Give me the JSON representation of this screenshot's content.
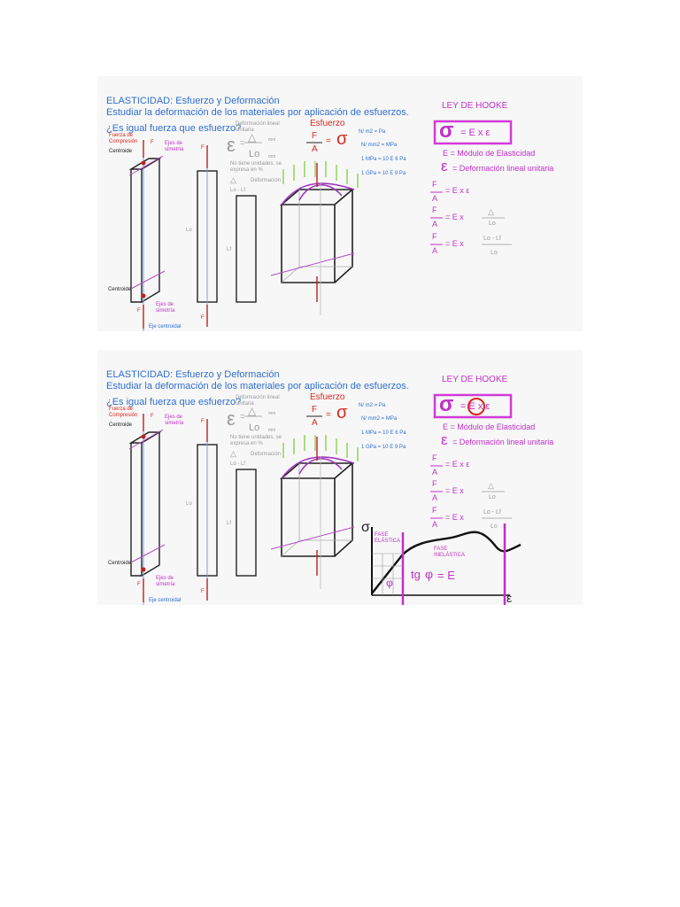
{
  "slides": [
    {
      "title": "ELASTICIDAD: Esfuerzo y Deformación",
      "subtitle": "Estudiar la deformación de los materiales por aplicación de esfuerzos.",
      "question": "¿Es igual fuerza que esfuerzo?",
      "fuerza_compresion": "Fuerza de Compresión",
      "centroide_top": "Centroide",
      "centroide_bottom": "Centroide",
      "ejes_simetria_top": "Ejes de simetría",
      "ejes_simetria_bottom": "Ejes de simetría",
      "eje_centroidal": "Eje centroidal",
      "f": "F",
      "lo": "Lo",
      "lf": "Lf",
      "epsilon": "ε",
      "equals": "=",
      "delta": "△",
      "mm": "mm",
      "deformacion_lineal": "Deformación lineal Unitaria",
      "sin_unidades": "No tiene unidades, se expresa en %",
      "deformacion": "Deformación",
      "lo_lf": "Lo - Lf",
      "esfuerzo": "Esfuerzo",
      "esfuerzo_num": "F",
      "esfuerzo_den": "A",
      "sigma": "σ",
      "units": [
        "N/ m2 = Pa",
        "N/ mm2 = MPa",
        "1 MPa = 10 E 6 Pa",
        "1 GPa = 10 E 9 Pa"
      ],
      "ley_hooke": "LEY DE HOOKE",
      "hooke_formula": "= E x ε",
      "modulo": "E = Módulo de Elasticidad",
      "def_unitaria": "= Deformación lineal unitaria",
      "formula2": "= E x ε",
      "formula3": "= E x",
      "formula4": "= E x",
      "num_a": "F",
      "den_a": "A",
      "delta_frac": "△",
      "lo_frac": "Lo",
      "lolf_frac": "Lo - Lf"
    },
    {
      "title": "ELASTICIDAD: Esfuerzo y Deformación",
      "subtitle": "Estudiar la deformación de los materiales por aplicación de esfuerzos.",
      "question": "¿Es igual fuerza que esfuerzo?",
      "fuerza_compresion": "Fuerza de Compresión",
      "centroide_top": "Centroide",
      "centroide_bottom": "Centroide",
      "ejes_simetria_top": "Ejes de simetría",
      "ejes_simetria_bottom": "Ejes de simetría",
      "eje_centroidal": "Eje centroidal",
      "f": "F",
      "lo": "Lo",
      "lf": "Lf",
      "epsilon": "ε",
      "equals": "=",
      "delta": "△",
      "mm": "mm",
      "deformacion_lineal": "Deformación lineal Unitaria",
      "sin_unidades": "No tiene unidades, se expresa en %",
      "deformacion": "Deformación",
      "lo_lf": "Lo - Lf",
      "esfuerzo": "Esfuerzo",
      "esfuerzo_num": "F",
      "esfuerzo_den": "A",
      "sigma": "σ",
      "units": [
        "N/ m2 = Pa",
        "N/ mm2 = MPa",
        "1 MPa = 10 E 6 Pa",
        "1 GPa = 10 E 9 Pa"
      ],
      "ley_hooke": "LEY DE HOOKE",
      "hooke_formula": "= E x ε",
      "modulo": "E = Módulo de Elasticidad",
      "def_unitaria": "= Deformación lineal unitaria",
      "formula2": "= E x ε",
      "formula3": "= E x",
      "formula4": "= E x",
      "num_a": "F",
      "den_a": "A",
      "delta_frac": "△",
      "lo_frac": "Lo",
      "lolf_frac": "Lo - Lf",
      "graph": {
        "fase_elastica": "FASE ELÁSTICA",
        "fase_inelastica": "FASE INELÁSTICA",
        "tg_label": "tg",
        "tg_eq": "= E",
        "y_axis": "σ",
        "x_axis": "ε",
        "angle": "φ"
      }
    }
  ]
}
